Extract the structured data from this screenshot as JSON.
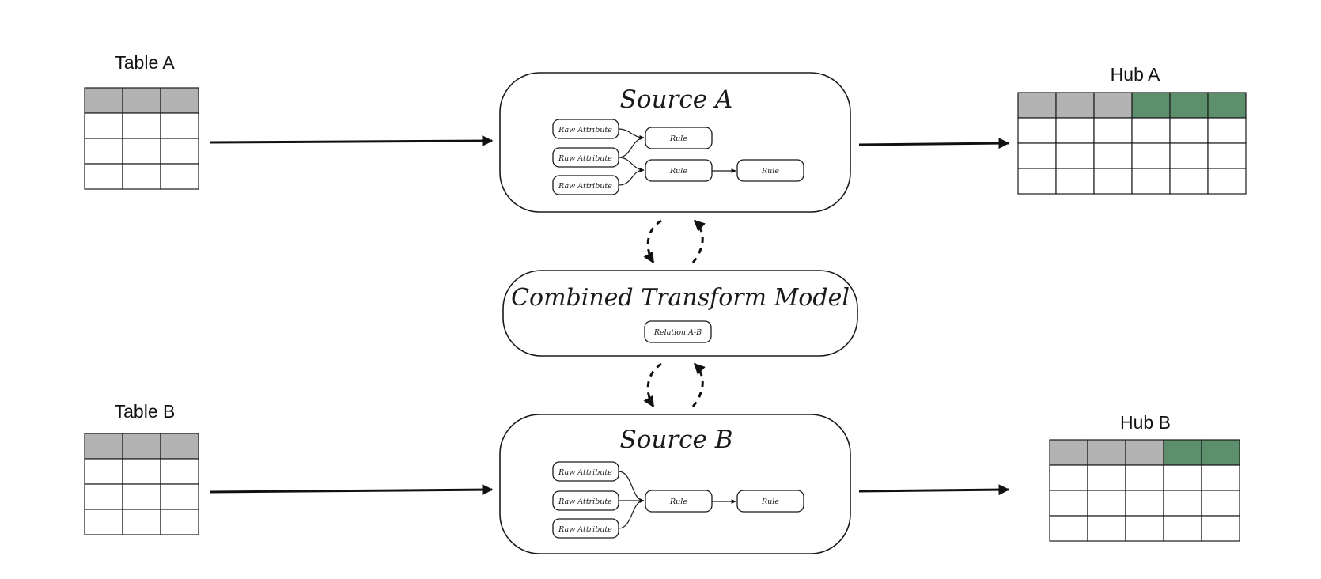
{
  "tables": {
    "table_a": {
      "title": "Table A",
      "header_colors": [
        "#b3b3b3",
        "#b3b3b3",
        "#b3b3b3"
      ]
    },
    "table_b": {
      "title": "Table B",
      "header_colors": [
        "#b3b3b3",
        "#b3b3b3",
        "#b3b3b3"
      ]
    },
    "hub_a": {
      "title": "Hub A",
      "header_colors": [
        "#b3b3b3",
        "#b3b3b3",
        "#b3b3b3",
        "#5e8f6c",
        "#5e8f6c",
        "#5e8f6c"
      ]
    },
    "hub_b": {
      "title": "Hub B",
      "header_colors": [
        "#b3b3b3",
        "#b3b3b3",
        "#b3b3b3",
        "#5e8f6c",
        "#5e8f6c"
      ]
    }
  },
  "source_a": {
    "title": "Source A",
    "raw_attributes": [
      "Raw Attribute",
      "Raw Attribute",
      "Raw Attribute"
    ],
    "rules": [
      "Rule",
      "Rule",
      "Rule"
    ]
  },
  "source_b": {
    "title": "Source B",
    "raw_attributes": [
      "Raw Attribute",
      "Raw Attribute",
      "Raw Attribute"
    ],
    "rules": [
      "Rule",
      "Rule"
    ]
  },
  "combined_model": {
    "title": "Combined Transform Model",
    "relation": "Relation A-B"
  },
  "colors": {
    "header_gray": "#b3b3b3",
    "header_green": "#5e8f6c",
    "stroke": "#1a1a1a"
  }
}
